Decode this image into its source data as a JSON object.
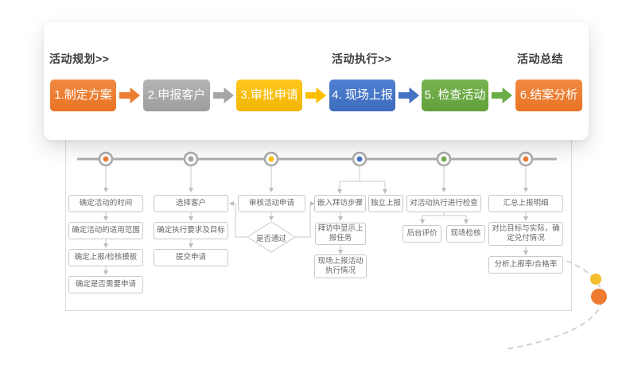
{
  "accent_colors": {
    "orange": "#ED7D31",
    "gray": "#A6A6A6",
    "gold": "#FFC000",
    "blue": "#4472C4",
    "green": "#70AD47"
  },
  "phases": [
    {
      "label": "活动规划>>"
    },
    {
      "label": "活动执行>>"
    },
    {
      "label": "活动总结"
    }
  ],
  "steps": [
    {
      "label": "1.制定方案",
      "color": "#ED7D31"
    },
    {
      "label": "2.申报客户",
      "color": "#A6A6A6"
    },
    {
      "label": "3.审批申请",
      "color": "#FFC000"
    },
    {
      "label": "4. 现场上报",
      "color": "#4472C4"
    },
    {
      "label": "5. 检查活动",
      "color": "#70AD47"
    },
    {
      "label": "6.结案分析",
      "color": "#ED7D31"
    }
  ],
  "timeline_dots": [
    "#ED7D31",
    "#A6A6A6",
    "#FFC000",
    "#4472C4",
    "#70AD47",
    "#ED7D31"
  ],
  "flow": {
    "plan": {
      "steps": [
        "确定活动的时间",
        "确定活动的适用范围",
        "确定上报/检核模板",
        "确定是否需要申请"
      ]
    },
    "customer": {
      "steps": [
        "选择客户",
        "确定执行要求及目标",
        "提交申请"
      ]
    },
    "approve": {
      "review": "审核活动申请",
      "decision": "是否通过"
    },
    "report": {
      "embed": "嵌入拜访步骤",
      "independent": "独立上报",
      "show_task": "拜访中显示上报任务",
      "onsite": "现场上报活动执行情况"
    },
    "check": {
      "main": "对活动执行进行检查",
      "backend": "后台评价",
      "onsite": "现场检核"
    },
    "summary": {
      "steps": [
        "汇总上报明细",
        "对比目标与实际，确定兑付情况",
        "分析上报率/合格率"
      ]
    }
  }
}
